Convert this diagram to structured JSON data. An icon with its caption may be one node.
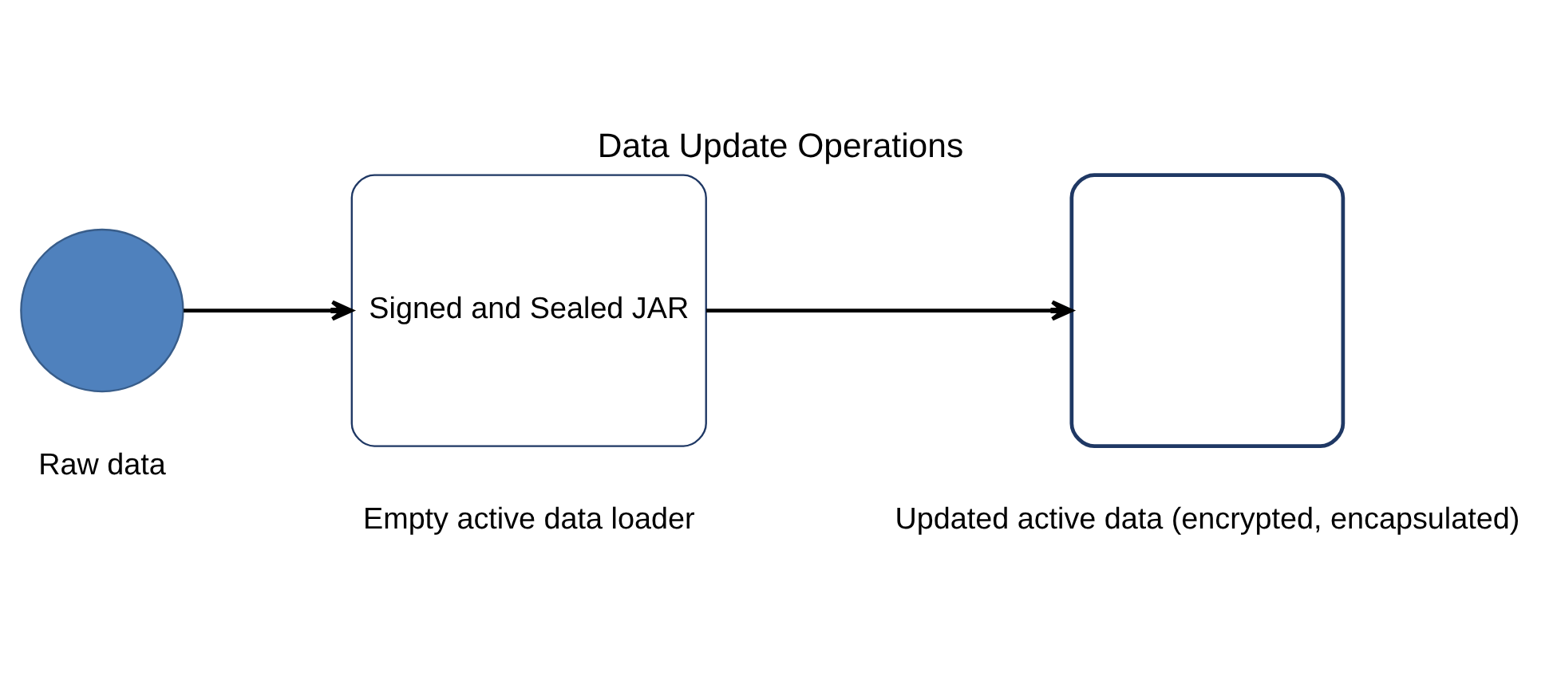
{
  "diagram": {
    "title": "Data Update Operations",
    "nodes": [
      {
        "text": [],
        "shape": "circle",
        "beside": [
          "Raw data"
        ]
      },
      {
        "text": [
          "Signed and Sealed JAR"
        ],
        "beside": [
          "Empty active data loader"
        ]
      },
      {
        "text": [],
        "shape": "box",
        "beside": [
          "Updated active data (encrypted, encapsulated)"
        ]
      }
    ],
    "edges": [
      {
        "from": 0,
        "to": 1,
        "arrow": "to"
      },
      {
        "from": 1,
        "to": 2,
        "arrow": "to"
      }
    ]
  }
}
